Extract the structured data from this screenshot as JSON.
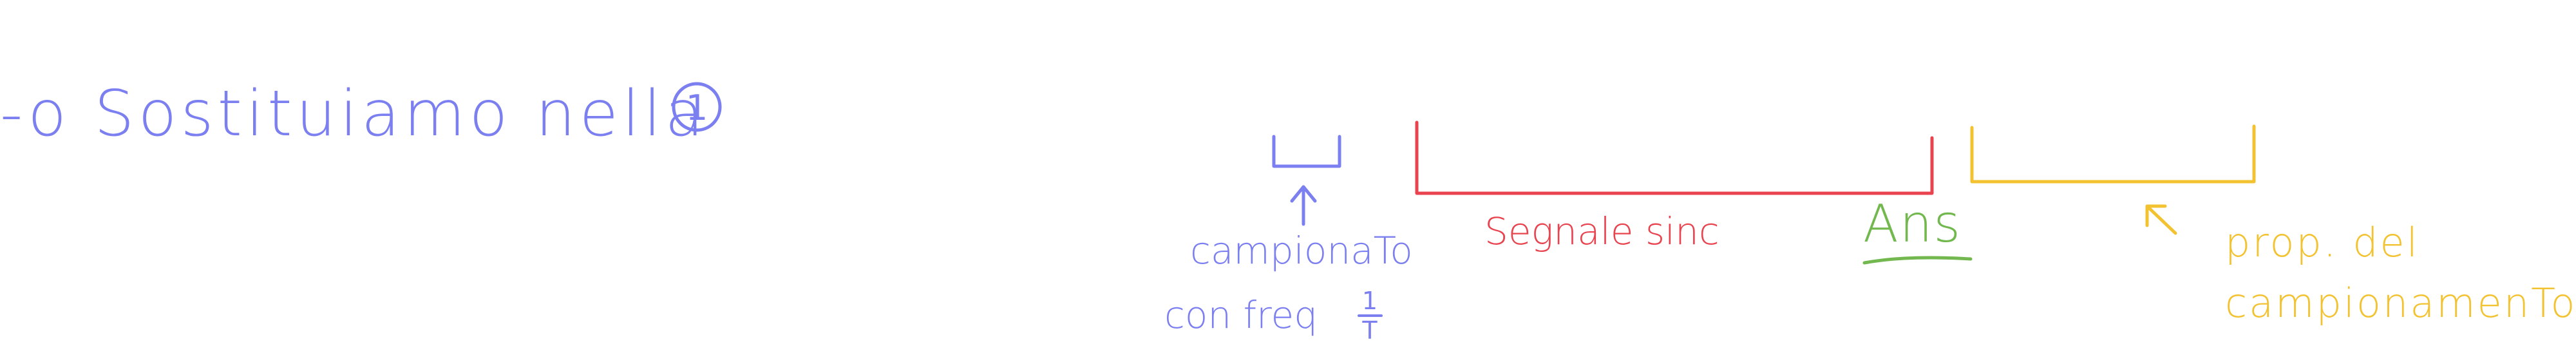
{
  "colors": {
    "blue": "#7b7ff0",
    "red": "#e8434f",
    "green": "#72b84f",
    "yellow": "#f2c230"
  },
  "notes": {
    "headline": "-o Sostituiamo nella",
    "circled_number": "1",
    "sampled_label": "campionaTo",
    "frequency_label": "con freq",
    "fraction_numerator": "1",
    "fraction_denominator": "T",
    "sinc_label": "Segnale sinc",
    "ans_label": "Ans",
    "property_label_line1": "prop. del",
    "property_label_line2": "campionamenTo"
  }
}
